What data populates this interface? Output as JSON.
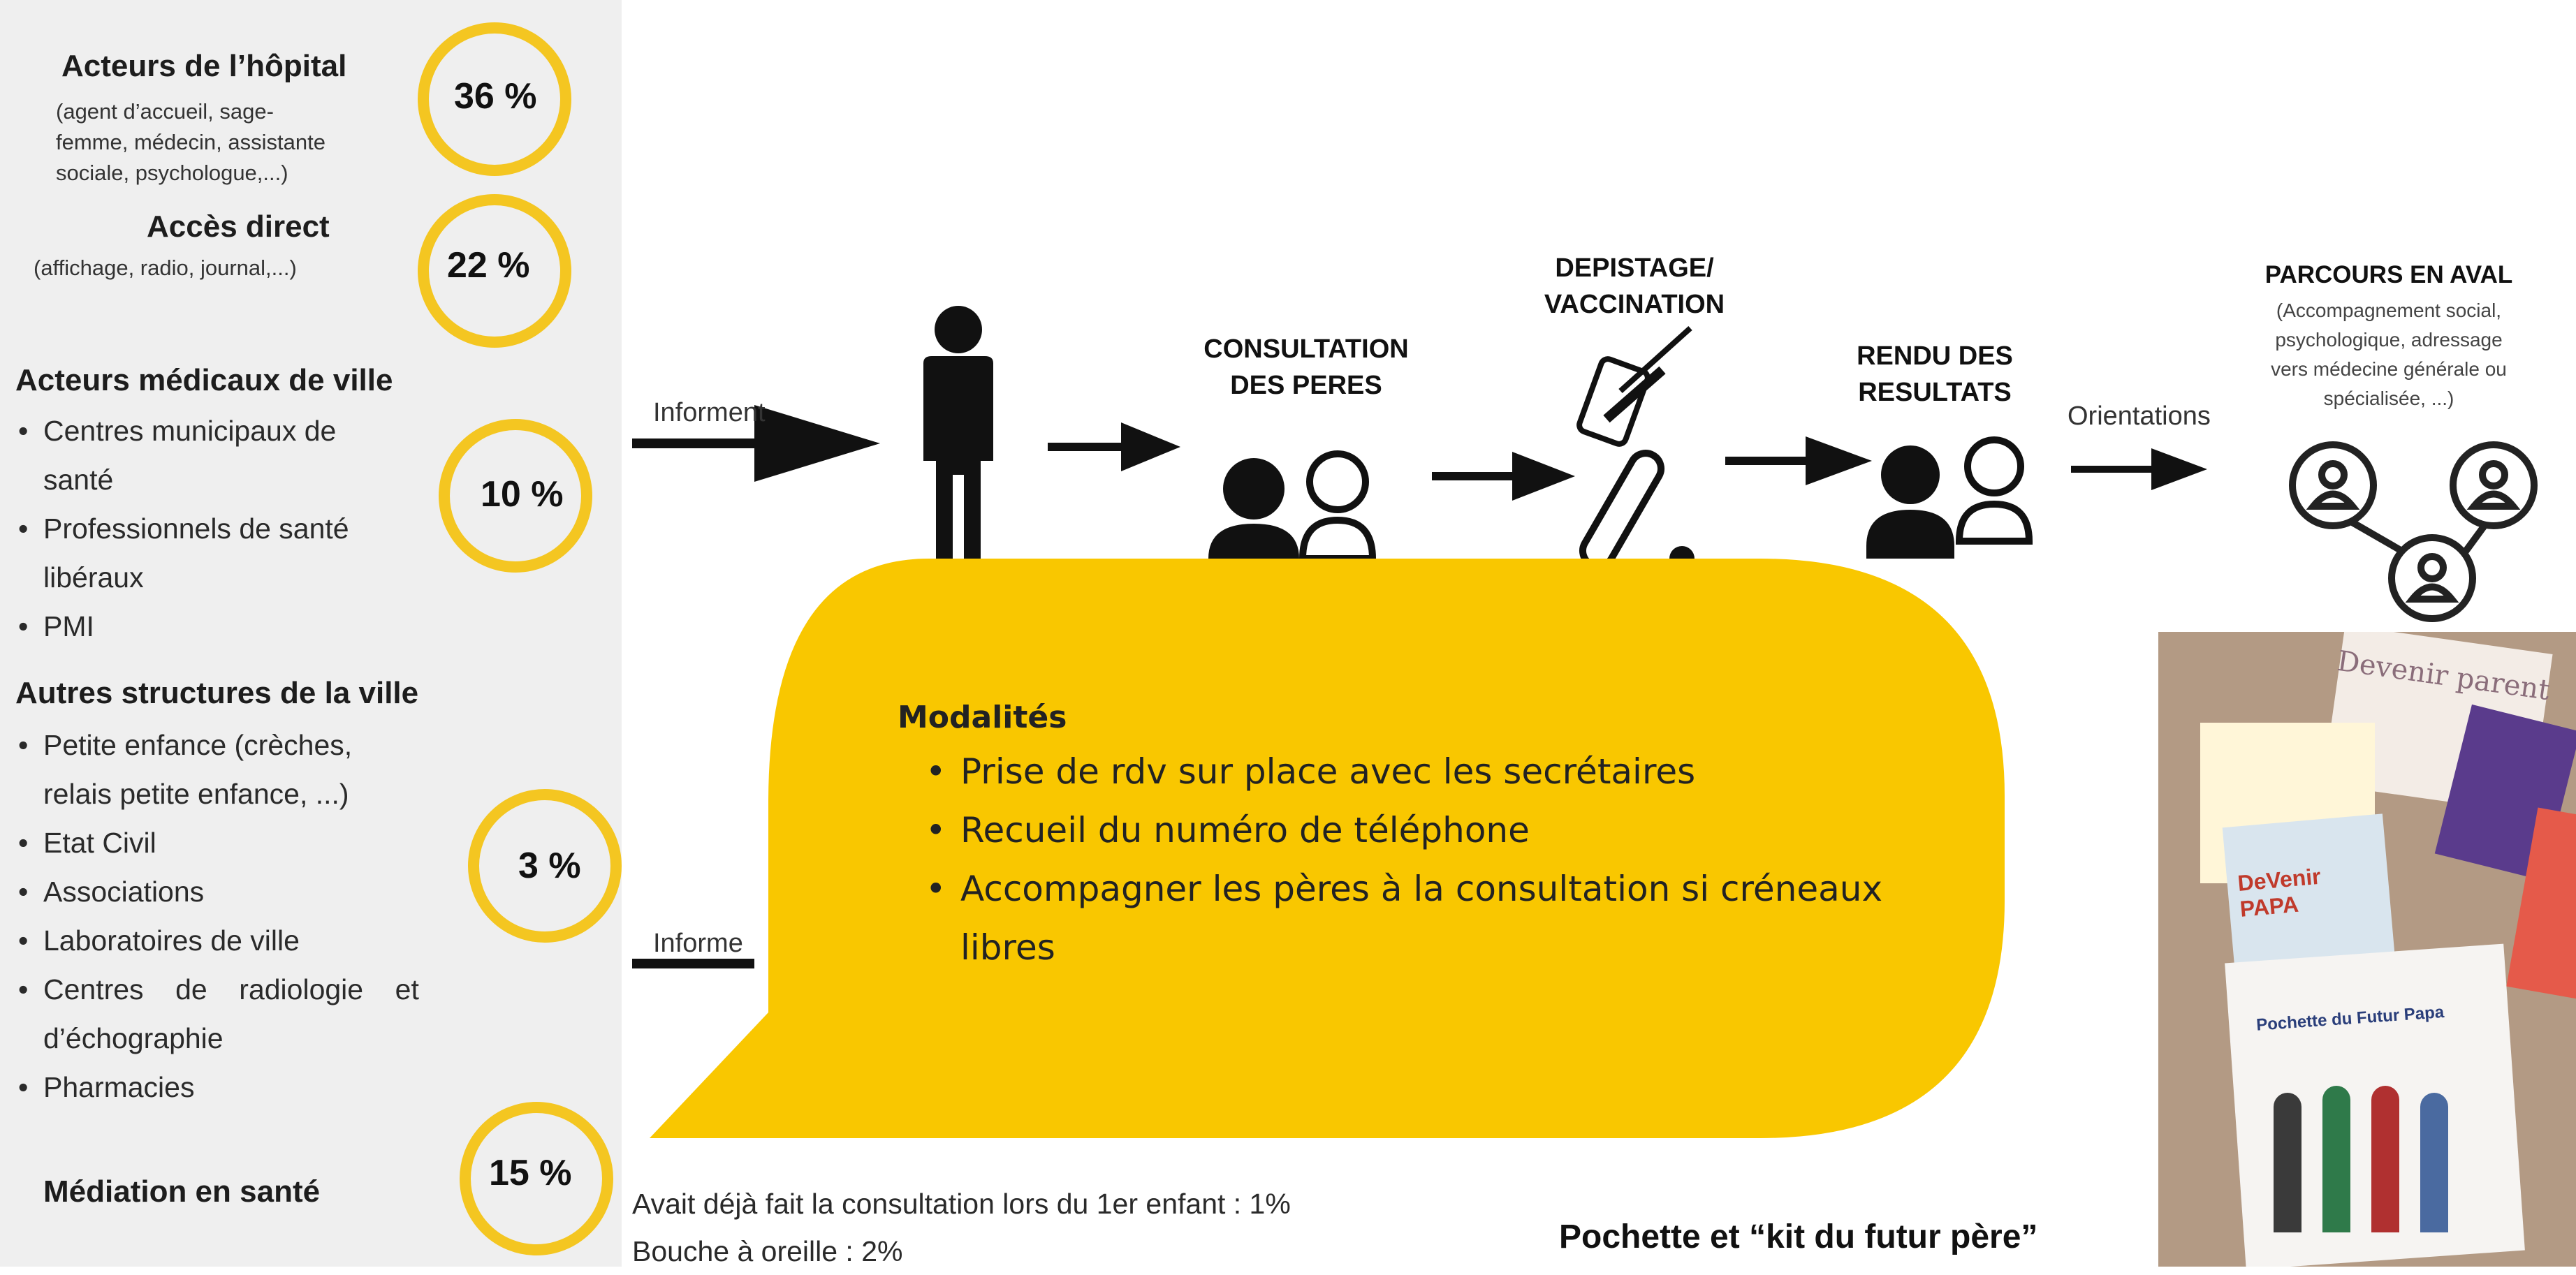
{
  "sources": {
    "hospital": {
      "title": "Acteurs de l’hôpital",
      "subtitle_lines": [
        "(agent d’accueil, sage-",
        "femme, médecin, assistante",
        "sociale, psychologue,...)"
      ],
      "percent": "36 %"
    },
    "direct": {
      "title": "Accès direct",
      "subtitle": "(affichage, radio, journal,...)",
      "percent": "22 %"
    },
    "medical_city": {
      "title": "Acteurs médicaux  de ville",
      "items": [
        "Centres municipaux de",
        "santé",
        "Professionnels de santé",
        "libéraux",
        "PMI"
      ],
      "percent": "10 %"
    },
    "other_city": {
      "title": "Autres structures de la ville",
      "items": [
        "Petite enfance (crèches,",
        "relais petite enfance, ...)",
        "Etat Civil",
        "Associations",
        "Laboratoires de ville",
        "Centres    de    radiologie    et",
        "d’échographie",
        "Pharmacies"
      ],
      "percent": "3 %"
    },
    "mediation": {
      "title": "Médiation en santé",
      "percent": "15 %"
    }
  },
  "flow": {
    "informent_label": "Informent",
    "informent_label_2": "Informe",
    "consultation": [
      "CONSULTATION",
      "DES PERES"
    ],
    "depistage": [
      "DEPISTAGE/",
      "VACCINATION"
    ],
    "rendu": [
      "RENDU DES",
      "RESULTATS"
    ],
    "orientations_label": "Orientations",
    "aval_title": "PARCOURS EN AVAL",
    "aval_lines": [
      "(Accompagnement social,",
      "psychologique, adressage",
      "vers médecine générale ou",
      "spécialisée, ...)"
    ]
  },
  "bubble": {
    "title": "Modalités",
    "items": [
      "Prise de rdv sur place avec les secrétaires",
      "Recueil du numéro de téléphone",
      "Accompagner les pères à la consultation si créneaux",
      "libres"
    ]
  },
  "notes": {
    "line1": "Avait déjà fait la consultation lors du 1er enfant : 1%",
    "line2": "Bouche à oreille : 2%"
  },
  "kit_caption": "Pochette et “kit du futur père”",
  "photo_texts": {
    "devenir_parent": "Devenir parent",
    "devenir_papa": "DeVenir PAPA",
    "pochette": "Pochette du Futur Papa"
  },
  "colors": {
    "accent": "#f4c621",
    "bubble": "#f9c700",
    "panel": "#efefef",
    "ink": "#111111"
  }
}
